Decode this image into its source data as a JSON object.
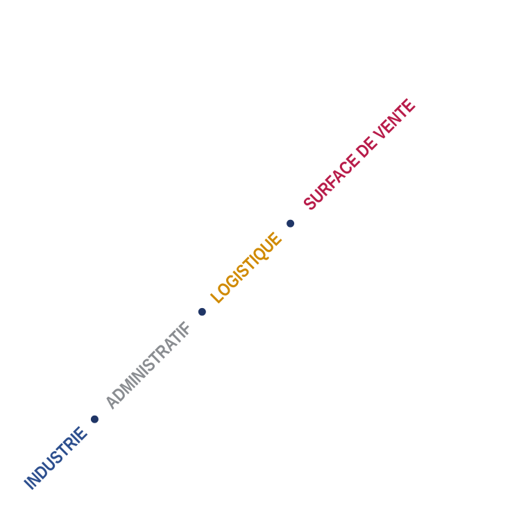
{
  "tagline": {
    "items": [
      {
        "label": "INDUSTRIE",
        "color": "#2d4f8e"
      },
      {
        "label": "ADMINISTRATIF",
        "color": "#8a8d91"
      },
      {
        "label": "LOGISTIQUE",
        "color": "#d08a00"
      },
      {
        "label": "SURFACE DE VENTE",
        "color": "#b81c4a"
      }
    ],
    "separator_color": "#1f3566"
  }
}
